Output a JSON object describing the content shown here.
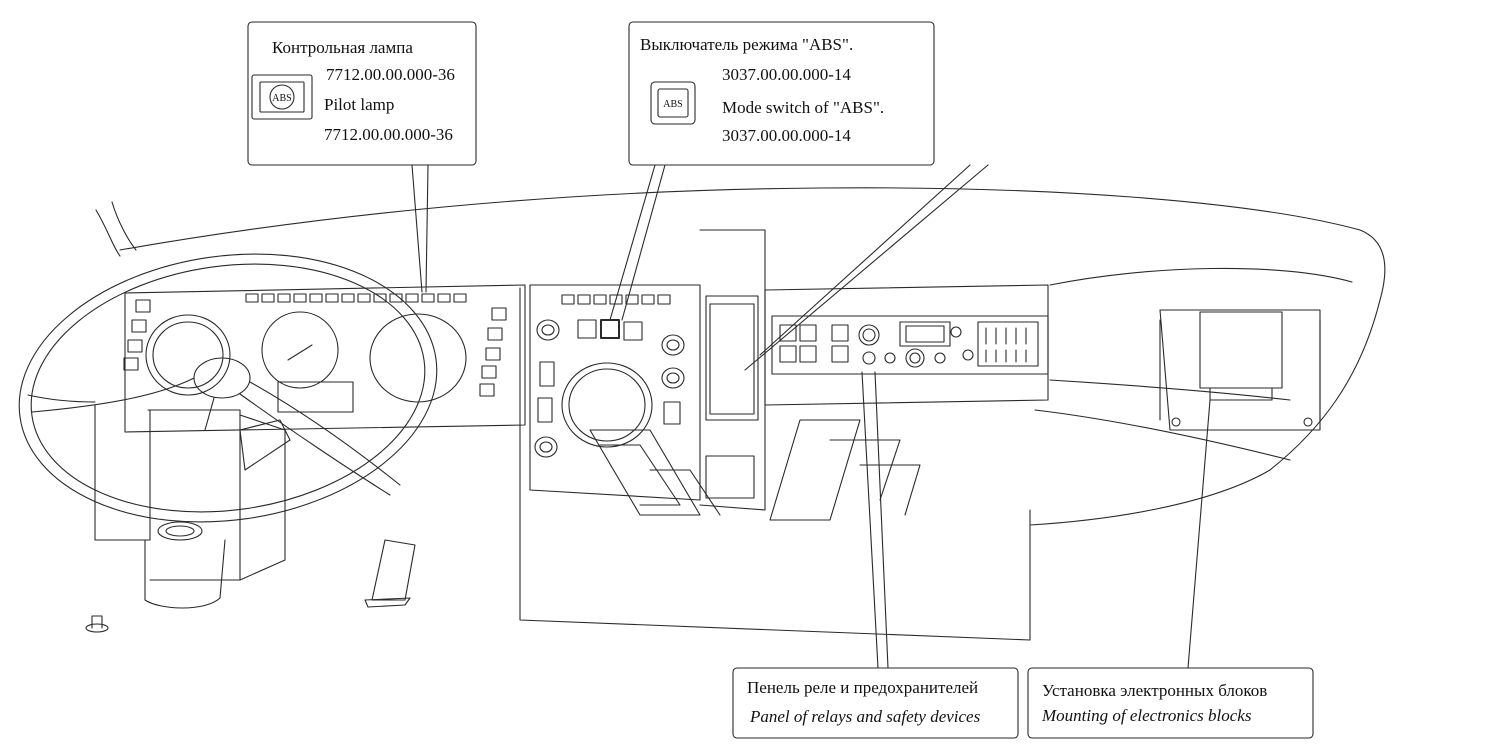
{
  "callouts": {
    "pilot_lamp": {
      "title_ru": "Контрольная лампа",
      "code_ru": "7712.00.00.000-36",
      "title_en": "Pilot lamp",
      "code_en": "7712.00.00.000-36",
      "icon_label": "ABS",
      "icon": "abs-pilot-lamp-icon"
    },
    "abs_switch": {
      "title_ru": "Выключатель режима  \"ABS\".",
      "code_ru": "3037.00.00.000-14",
      "title_en": "Mode switch of  \"ABS\".",
      "code_en": "3037.00.00.000-14",
      "icon_label": "ABS",
      "icon": "abs-switch-icon"
    },
    "relay_panel": {
      "title_ru": "Пенель реле и предохранителей",
      "title_en": "Panel of relays and safety devices"
    },
    "electronics": {
      "title_ru": "Установка электронных блоков",
      "title_en": "Mounting of electronics blocks"
    }
  },
  "colors": {
    "line": "#2a2a2a",
    "background": "#ffffff"
  }
}
